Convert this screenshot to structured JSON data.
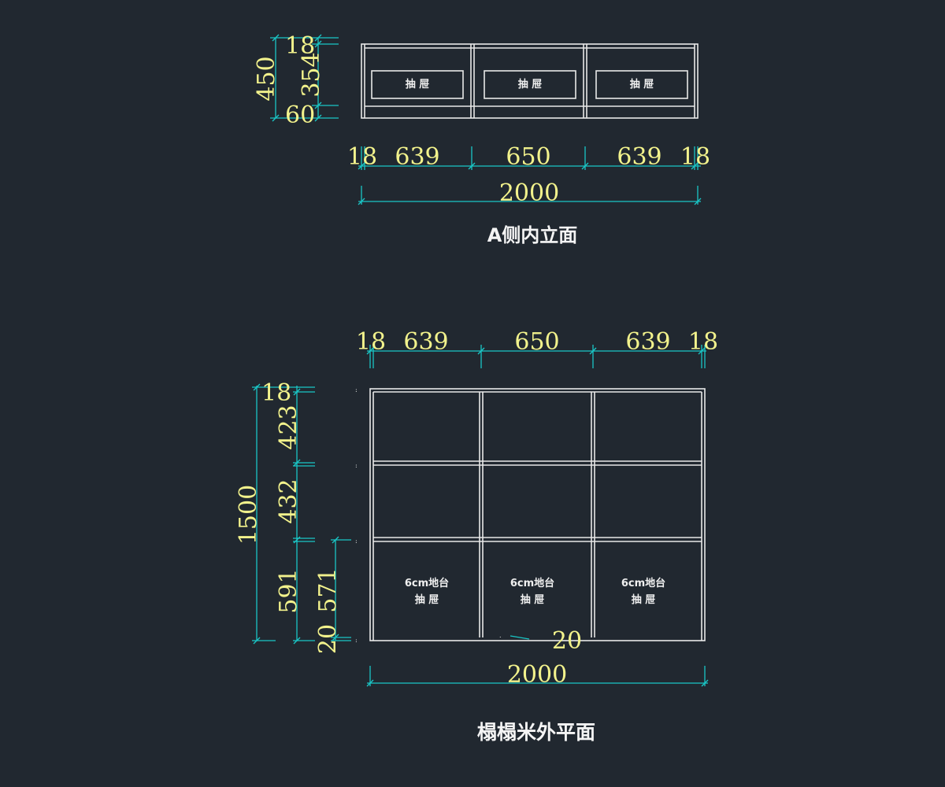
{
  "elevation": {
    "title": "A侧内立面",
    "drawer_label": "抽 屉",
    "vertical_dims": {
      "total": "450",
      "top": "18",
      "middle": "354",
      "bottom": "60"
    },
    "horizontal_dims": {
      "left_panel": "18",
      "bay_left": "639",
      "bay_mid": "650",
      "bay_right": "639",
      "right_panel": "18",
      "total": "2000"
    }
  },
  "plan": {
    "title": "榻榻米外平面",
    "drawer_line1": "6cm地台",
    "drawer_line2": "抽 屉",
    "top_dims": {
      "left_panel": "18",
      "bay_left": "639",
      "bay_mid": "650",
      "bay_right": "639",
      "right_panel": "18"
    },
    "vertical_dims": {
      "total": "1500",
      "top": "18",
      "row1": "423",
      "row2": "432",
      "row3": "591",
      "inner": "571",
      "bottom": "20"
    },
    "bottom_dims": {
      "gap": "20",
      "total": "2000"
    }
  },
  "colors": {
    "background": "#212830",
    "dimension_text": "#f2f28c",
    "dimension_line": "#19c6c6",
    "outline": "#e8e8e8"
  }
}
